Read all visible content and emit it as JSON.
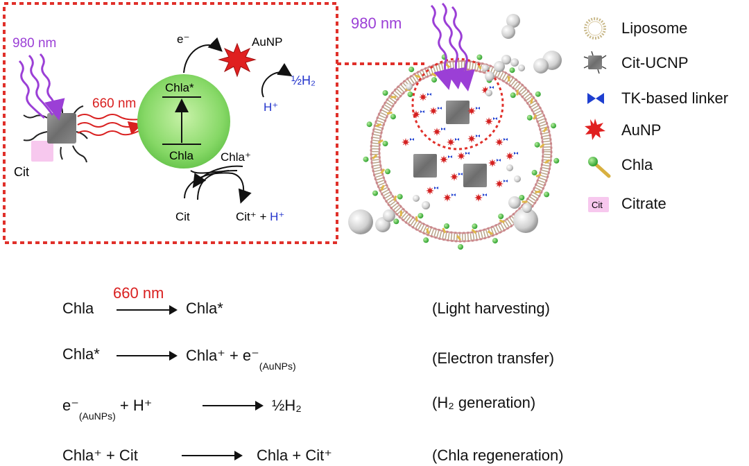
{
  "panel": {
    "label_980": "980 nm",
    "label_660": "660 nm",
    "cit": "Cit",
    "chla_star": "Chla*",
    "chla": "Chla",
    "electron": "e⁻",
    "aunp": "AuNP",
    "half_h2": "½H₂",
    "hplus": "H⁺",
    "chla_plus": "Chla⁺",
    "cit_bottom": "Cit",
    "cit_plus": "Cit⁺ + ",
    "hplus_bottom": "H⁺"
  },
  "liposome": {
    "label_980": "980 nm"
  },
  "legend": [
    {
      "icon": "liposome-icon",
      "label": "Liposome"
    },
    {
      "icon": "ucnp-icon",
      "label": "Cit-UCNP"
    },
    {
      "icon": "linker-icon",
      "label": "TK-based linker"
    },
    {
      "icon": "aunp-icon",
      "label": "AuNP"
    },
    {
      "icon": "chla-icon",
      "label": "Chla"
    },
    {
      "icon": "citrate-icon",
      "label": "Citrate",
      "badge": "Cit"
    }
  ],
  "equations": [
    {
      "lhs": "Chla",
      "over": "660 nm",
      "rhs": "Chla*",
      "desc": "(Light harvesting)"
    },
    {
      "lhs": "Chla*",
      "rhs_a": "Chla⁺ + e⁻",
      "rhs_sub": "(AuNPs)",
      "desc": "(Electron transfer)"
    },
    {
      "lhs_a": "e⁻",
      "lhs_sub": "(AuNPs)",
      "lhs_b": " + H⁺",
      "rhs": "½H₂",
      "desc": "(H₂ generation)"
    },
    {
      "lhs": "Chla⁺ + Cit",
      "rhs": "Chla + Cit⁺",
      "desc": "(Chla regeneration)"
    }
  ],
  "colors": {
    "dashed_border": "#e0302a",
    "violet": "#9b3fd6",
    "red_text": "#d92020",
    "blue_text": "#2233cc",
    "green": "#7ed35c"
  }
}
